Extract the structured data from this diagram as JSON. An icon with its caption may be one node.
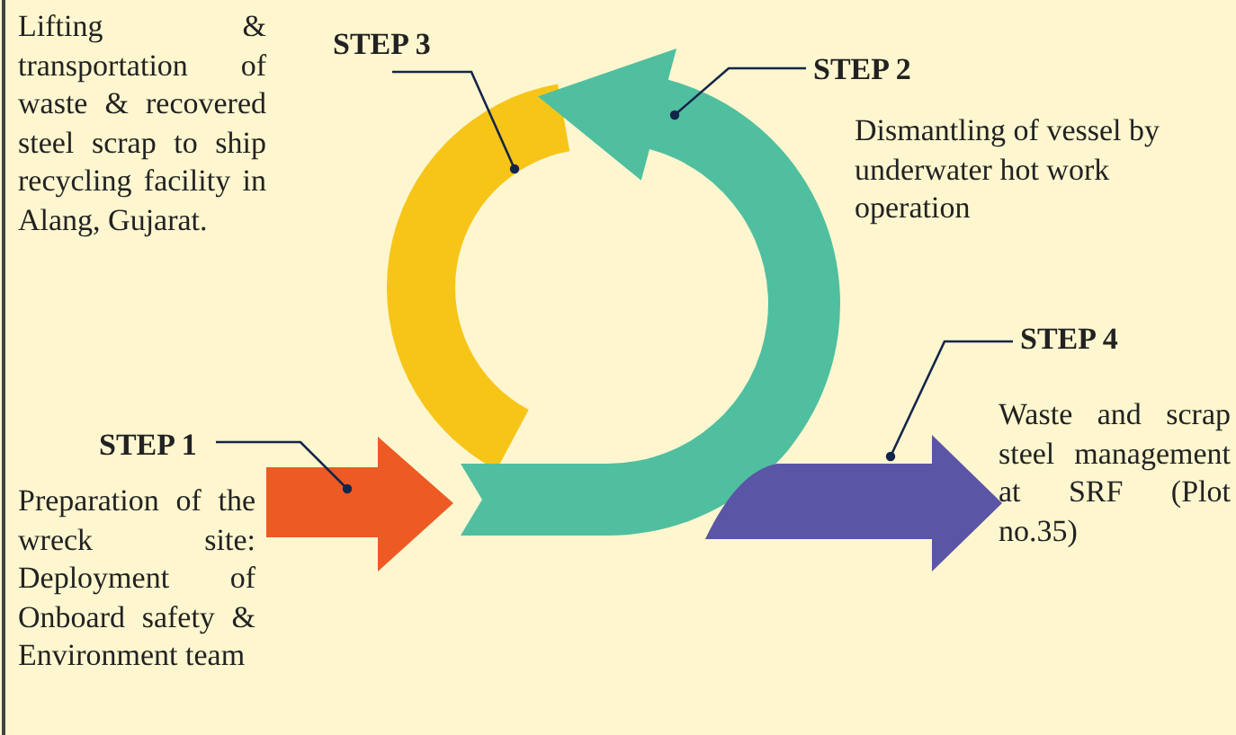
{
  "diagram": {
    "nodes": [
      {
        "text": [
          "STEP 1"
        ]
      },
      {
        "text": [
          "STEP 2"
        ]
      },
      {
        "text": [
          "STEP 3"
        ]
      },
      {
        "text": [
          "STEP 4"
        ]
      },
      {
        "text": [],
        "shape": "arrow"
      },
      {
        "text": [],
        "shape": "arrow"
      },
      {
        "text": [],
        "shape": "arrow"
      },
      {
        "text": [],
        "shape": "arrow"
      }
    ],
    "edges": [
      {
        "from": 0,
        "to": 4,
        "arrow": "other"
      },
      {
        "from": 1,
        "to": 6,
        "arrow": "other"
      },
      {
        "from": 2,
        "to": 5,
        "arrow": "other"
      },
      {
        "from": 3,
        "to": 7,
        "arrow": "other"
      }
    ],
    "labels": [
      "Lifting & transportation of waste & recovered steel scrap to ship recycling facility in Alang, Gujarat.",
      "Dismantling of vessel by underwater hot work operation",
      "Preparation of the wreck site: Deployment of Onboard safety & Environment team",
      "Waste and scrap steel management at SRF (Plot no.35)"
    ]
  }
}
